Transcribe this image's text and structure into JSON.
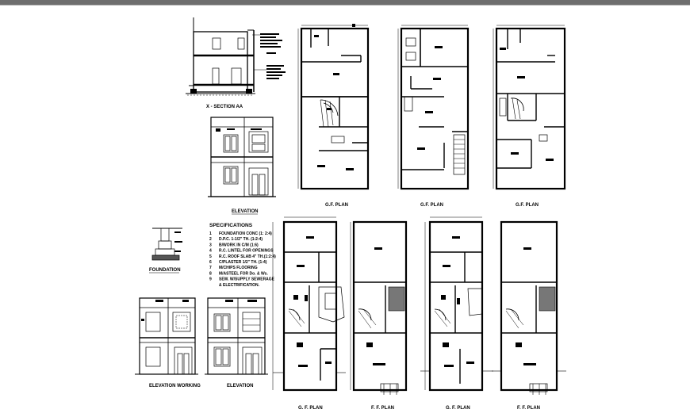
{
  "labels": {
    "section": "X - SECTION AA",
    "elevation_top": "ELEVATION",
    "plan_top_1": "G.F. PLAN",
    "plan_top_2": "G.F. PLAN",
    "plan_top_3": "G.F. PLAN",
    "foundation": "FOUNDATION",
    "elevation_working": "ELEVATION WORKING",
    "elevation_bottom": "ELEVATION",
    "plan_bottom_1": "G. F. PLAN",
    "plan_bottom_2": "F. F. PLAN",
    "plan_bottom_3": "G. F. PLAN",
    "plan_bottom_4": "F. F. PLAN"
  },
  "specifications": {
    "title": "SPECIFICATIONS",
    "items": [
      {
        "num": "1",
        "text": "FOUNDATION CONC (1: 2:4)"
      },
      {
        "num": "2",
        "text": "D.P.C. 1-1/2\" TH. (1:2:4)"
      },
      {
        "num": "3",
        "text": "B/WORK IN C/M (1:6)"
      },
      {
        "num": "4",
        "text": "R.C. LINTEL FOR OPENINGS"
      },
      {
        "num": "5",
        "text": "R.C. ROOF SLAB 4\" TH.(1:2:4)"
      },
      {
        "num": "6",
        "text": "C/PLASTER 1/2\" TH. (1:4)"
      },
      {
        "num": "7",
        "text": "M/CHIPS FLOORING"
      },
      {
        "num": "8",
        "text": "M/ASTEEL FOR Do. & Ws."
      },
      {
        "num": "9",
        "text": "SEW. W/SUPPLY SEWERAGE"
      },
      {
        "num": "",
        "text": "& ELECTRIFICATION."
      }
    ]
  }
}
